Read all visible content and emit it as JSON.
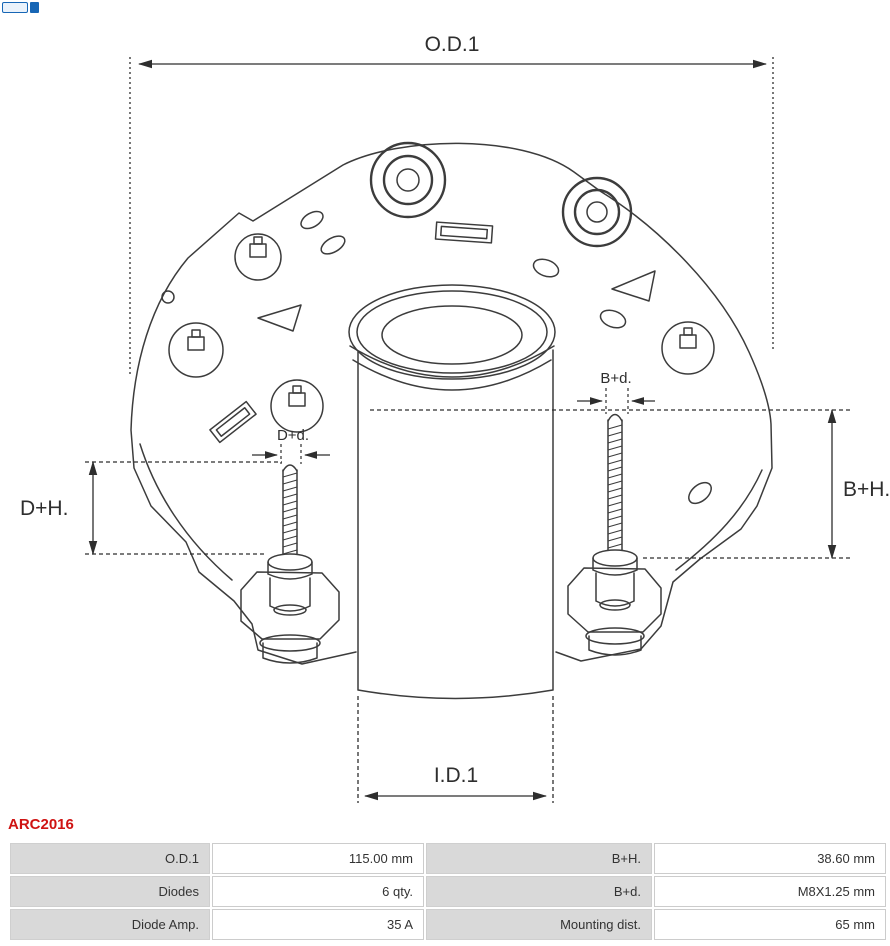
{
  "diagram": {
    "part_number": "ARC2016",
    "labels": {
      "od1": "O.D.1",
      "id1": "I.D.1",
      "dh": "D+H.",
      "bh": "B+H.",
      "dd": "D+d.",
      "bd": "B+d."
    }
  },
  "colors": {
    "line": "#3c3c3c",
    "dimension_text": "#2e2e2e",
    "part_number_red": "#cf1312",
    "table_label_bg": "#d9d9d9",
    "table_border": "#cccccc"
  },
  "table": {
    "rows": [
      {
        "c": [
          "O.D.1",
          "115.00 mm",
          "B+H.",
          "38.60 mm"
        ]
      },
      {
        "c": [
          "Diodes",
          "6 qty.",
          "B+d.",
          "M8X1.25 mm"
        ]
      },
      {
        "c": [
          "Diode Amp.",
          "35 A",
          "Mounting dist.",
          "65 mm"
        ]
      }
    ]
  }
}
